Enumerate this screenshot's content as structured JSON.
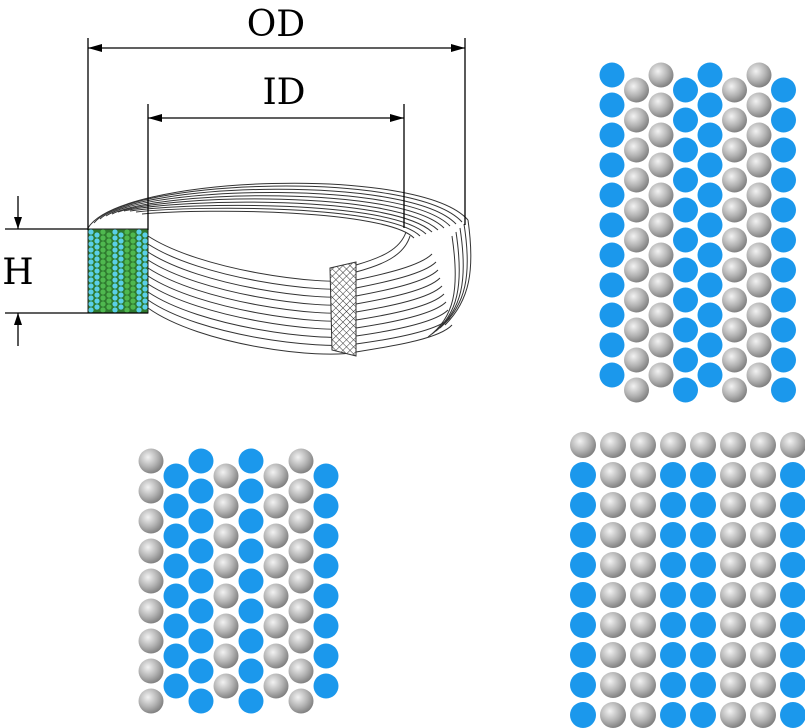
{
  "diagram": {
    "labels": {
      "outer_diameter": "OD",
      "inner_diameter": "ID",
      "height": "H"
    }
  },
  "colors": {
    "blue_fiber": "#1b98ec",
    "gray_fiber": "#a0a0a0",
    "section_green": "#3a9a3a",
    "section_cyan": "#5ad0e8",
    "line": "#000000"
  },
  "patterns": [
    {
      "name": "pattern-top-right",
      "rows": 11,
      "columns": [
        "B",
        "G",
        "G",
        "B",
        "B",
        "G",
        "G",
        "B"
      ]
    },
    {
      "name": "pattern-bottom-left",
      "rows": 10,
      "columns": [
        "G",
        "B",
        "B",
        "G",
        "B",
        "G",
        "G",
        "B"
      ]
    },
    {
      "name": "pattern-bottom-right",
      "rows": 10,
      "top_row": "G",
      "columns": [
        "B",
        "G",
        "G",
        "B",
        "B",
        "G",
        "G",
        "B"
      ]
    }
  ]
}
